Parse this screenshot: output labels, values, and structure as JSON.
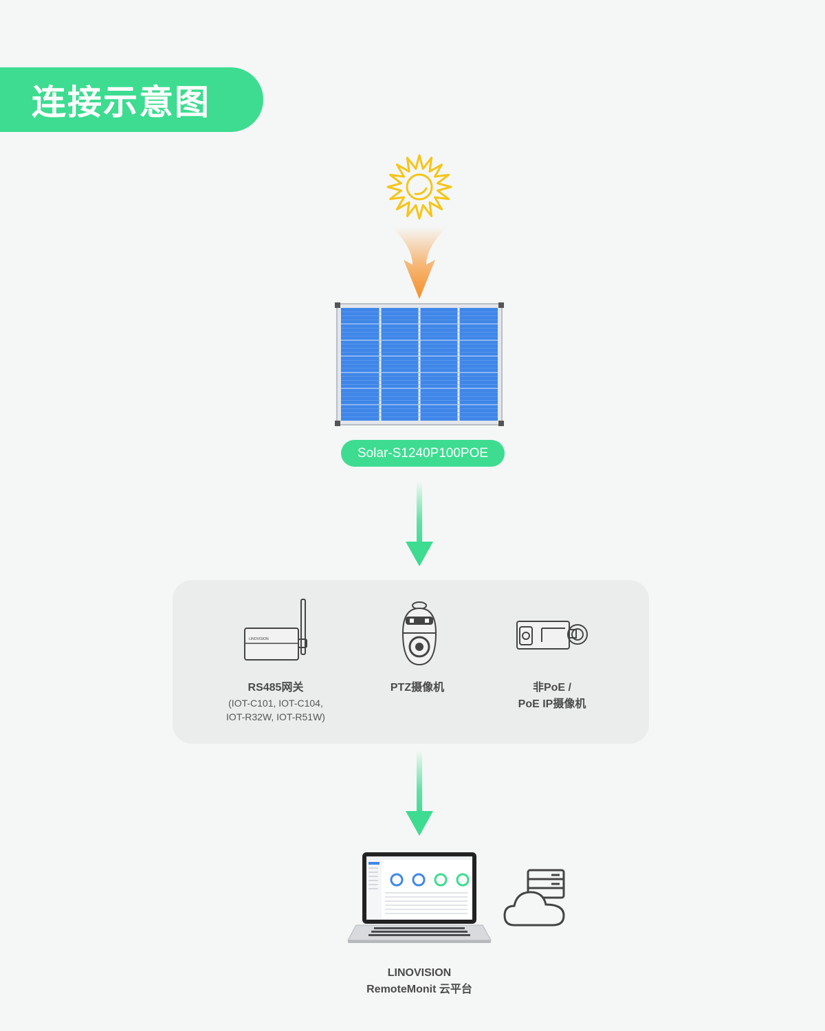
{
  "title": "连接示意图",
  "product": {
    "label": "Solar-S1240P100POE"
  },
  "devices": [
    {
      "name": "RS485网关",
      "models": [
        "(IOT-C101, IOT-C104,",
        "IOT-R32W, IOT-R51W)"
      ],
      "icon": "gateway-icon",
      "brand": "LINOVISION"
    },
    {
      "name": "PTZ摄像机",
      "icon": "ptz-camera-icon"
    },
    {
      "name": "非PoE /",
      "name2": "PoE IP摄像机",
      "icon": "bullet-camera-icon"
    }
  ],
  "platform": {
    "line1": "LINOVISION",
    "line2": "RemoteMonit 云平台"
  },
  "colors": {
    "accent": "#3ddc91",
    "sun": "#f7c418",
    "arrow_orange": "#f5902a",
    "panel_blue": "#3f86e8",
    "box_bg": "#ebecec"
  }
}
